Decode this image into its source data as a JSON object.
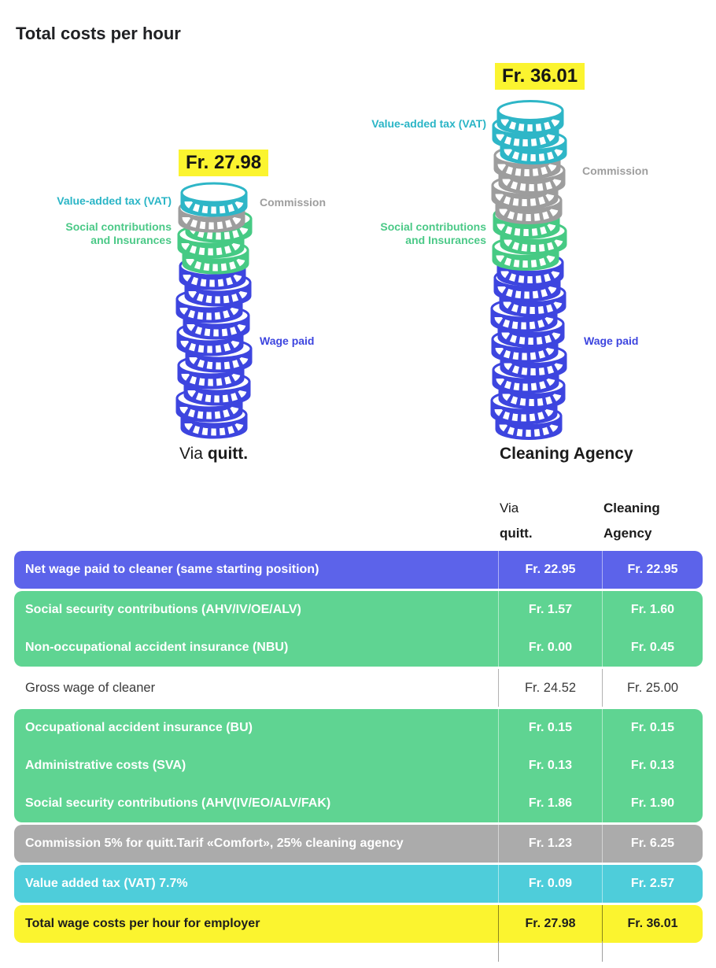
{
  "page_title": "Total costs per hour",
  "colors": {
    "coin_blue": "#3d45df",
    "coin_green": "#46ca84",
    "coin_gray": "#9d9d9d",
    "coin_teal": "#2eb6c7",
    "row_purple": "#5c63ea",
    "row_green": "#5fd492",
    "row_gray": "#ababab",
    "row_teal": "#4ecdda",
    "row_yellow": "#fbf42f",
    "highlight_yellow": "#fbf42f"
  },
  "chart": {
    "stack_labels": {
      "vat": "Value-added tax (VAT)",
      "social": "Social contributions\nand Insurances",
      "commission": "Commission",
      "wage": "Wage paid"
    },
    "left": {
      "total": "Fr. 27.98",
      "caption_prefix": "Via ",
      "caption_bold": "quitt."
    },
    "right": {
      "total": "Fr. 36.01",
      "caption": "Cleaning Agency"
    }
  },
  "chart_data": {
    "type": "bar",
    "title": "Total costs per hour",
    "categories": [
      "Via quitt.",
      "Cleaning Agency"
    ],
    "totals": [
      27.98,
      36.01
    ],
    "totals_labels": [
      "Fr. 27.98",
      "Fr. 36.01"
    ],
    "series": [
      {
        "name": "Wage paid",
        "values": [
          22.95,
          22.95
        ],
        "color": "#3d45df"
      },
      {
        "name": "Social contributions and Insurances",
        "values": [
          3.71,
          4.23
        ],
        "color": "#46ca84"
      },
      {
        "name": "Commission",
        "values": [
          1.23,
          6.25
        ],
        "color": "#9d9d9d"
      },
      {
        "name": "Value-added tax (VAT)",
        "values": [
          0.09,
          2.57
        ],
        "color": "#2eb6c7"
      }
    ],
    "stacks": [
      {
        "name": "via-quitt",
        "cx": 272,
        "bottom": 548,
        "segments": [
          {
            "name": "wage",
            "color": "#3d45df",
            "coins": 10,
            "spacing": 21
          },
          {
            "name": "social",
            "color": "#46ca84",
            "coins": 3,
            "spacing": 20
          },
          {
            "name": "commission",
            "color": "#9d9d9d",
            "coins": 1,
            "spacing": 13
          },
          {
            "name": "vat",
            "color": "#2eb6c7",
            "coins": 1,
            "spacing": 20
          }
        ]
      },
      {
        "name": "cleaning-agency",
        "cx": 672,
        "bottom": 548,
        "segments": [
          {
            "name": "wage",
            "color": "#3d45df",
            "coins": 11,
            "spacing": 19.5
          },
          {
            "name": "social",
            "color": "#46ca84",
            "coins": 3,
            "spacing": 20
          },
          {
            "name": "commission",
            "color": "#9d9d9d",
            "coins": 4,
            "spacing": 19
          },
          {
            "name": "vat",
            "color": "#2eb6c7",
            "coins": 3,
            "spacing": 19
          }
        ]
      }
    ]
  },
  "table": {
    "header": {
      "col1_line1": "Via",
      "col1_line2": "quitt.",
      "col2_line1": "Cleaning",
      "col2_line2": "Agency"
    },
    "blocks": [
      {
        "variant": "purple",
        "rows": [
          {
            "label": "Net wage paid to cleaner (same starting position)",
            "quitt": "Fr. 22.95",
            "agency": "Fr. 22.95"
          }
        ]
      },
      {
        "variant": "green",
        "rows": [
          {
            "label": "Social security contributions (AHV/IV/OE/ALV)",
            "quitt": "Fr. 1.57",
            "agency": "Fr. 1.60"
          },
          {
            "label": "Non-occupational accident insurance (NBU)",
            "quitt": "Fr. 0.00",
            "agency": "Fr. 0.45"
          }
        ]
      },
      {
        "variant": "plain",
        "rows": [
          {
            "label": "Gross wage of cleaner",
            "quitt": "Fr. 24.52",
            "agency": "Fr. 25.00"
          }
        ]
      },
      {
        "variant": "green",
        "rows": [
          {
            "label": "Occupational accident insurance (BU)",
            "quitt": "Fr. 0.15",
            "agency": "Fr. 0.15"
          },
          {
            "label": "Administrative costs (SVA)",
            "quitt": "Fr. 0.13",
            "agency": "Fr. 0.13"
          },
          {
            "label": "Social security contributions (AHV(IV/EO/ALV/FAK)",
            "quitt": "Fr. 1.86",
            "agency": "Fr. 1.90"
          }
        ]
      },
      {
        "variant": "gray",
        "rows": [
          {
            "label": "Commission 5% for quitt.Tarif «Comfort», 25% cleaning agency",
            "quitt": "Fr. 1.23",
            "agency": "Fr. 6.25"
          }
        ]
      },
      {
        "variant": "teal",
        "rows": [
          {
            "label": "Value added tax (VAT) 7.7%",
            "quitt": "Fr. 0.09",
            "agency": "Fr. 2.57"
          }
        ]
      },
      {
        "variant": "yellow",
        "rows": [
          {
            "label": "Total wage costs per hour for employer",
            "quitt": "Fr. 27.98",
            "agency": "Fr. 36.01"
          }
        ]
      }
    ]
  }
}
